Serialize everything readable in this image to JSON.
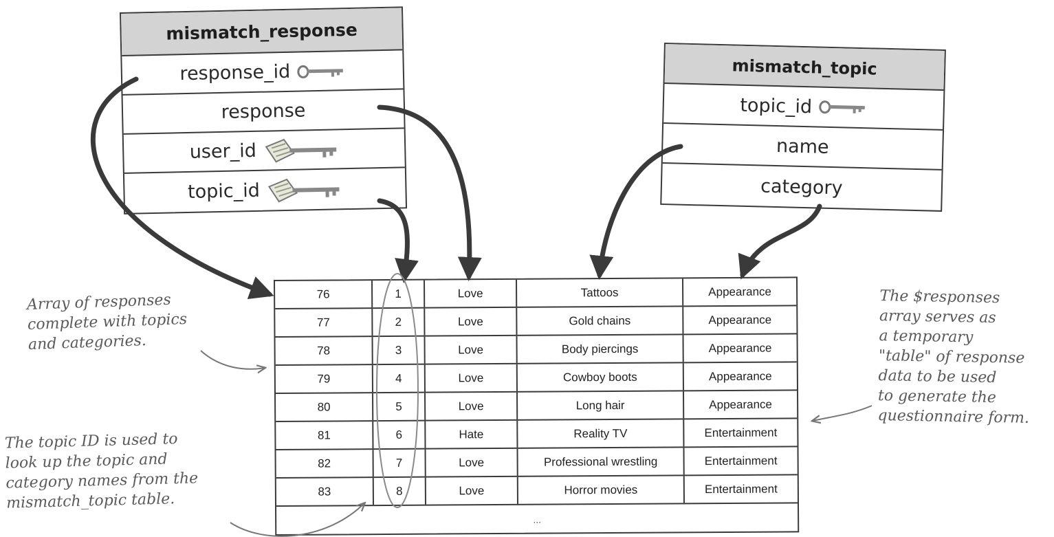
{
  "mismatch_response": {
    "title": "mismatch_response",
    "fields": [
      {
        "name": "response_id",
        "key": "primary-key"
      },
      {
        "name": "response",
        "key": ""
      },
      {
        "name": "user_id",
        "key": "foreign-key"
      },
      {
        "name": "topic_id",
        "key": "foreign-key"
      }
    ]
  },
  "mismatch_topic": {
    "title": "mismatch_topic",
    "fields": [
      {
        "name": "topic_id",
        "key": "primary-key"
      },
      {
        "name": "name",
        "key": ""
      },
      {
        "name": "category",
        "key": ""
      }
    ]
  },
  "responses_array": {
    "rows": [
      {
        "response_id": "76",
        "topic_id": "1",
        "response": "Love",
        "name": "Tattoos",
        "category": "Appearance"
      },
      {
        "response_id": "77",
        "topic_id": "2",
        "response": "Love",
        "name": "Gold chains",
        "category": "Appearance"
      },
      {
        "response_id": "78",
        "topic_id": "3",
        "response": "Love",
        "name": "Body piercings",
        "category": "Appearance"
      },
      {
        "response_id": "79",
        "topic_id": "4",
        "response": "Love",
        "name": "Cowboy boots",
        "category": "Appearance"
      },
      {
        "response_id": "80",
        "topic_id": "5",
        "response": "Love",
        "name": "Long hair",
        "category": "Appearance"
      },
      {
        "response_id": "81",
        "topic_id": "6",
        "response": "Hate",
        "name": "Reality TV",
        "category": "Entertainment"
      },
      {
        "response_id": "82",
        "topic_id": "7",
        "response": "Love",
        "name": "Professional wrestling",
        "category": "Entertainment"
      },
      {
        "response_id": "83",
        "topic_id": "8",
        "response": "Love",
        "name": "Horror movies",
        "category": "Entertainment"
      }
    ],
    "ellipsis": "..."
  },
  "annotations": {
    "array_note": [
      "Array of responses",
      "complete with topics",
      "and categories."
    ],
    "topic_note": [
      "The topic ID is used to",
      "look up the topic and",
      "category names from the",
      "mismatch_topic table."
    ],
    "fresponses_note": [
      "The $responses",
      "array serves as",
      "a temporary",
      "\"table\" of response",
      "data to be used",
      "to generate the",
      "questionnaire form."
    ]
  },
  "colors": {
    "header_fill": "#d3d3d3",
    "border": "#3a3a3a",
    "arrow": "#3a3a3a",
    "handwriting": "#5a5a5a"
  }
}
